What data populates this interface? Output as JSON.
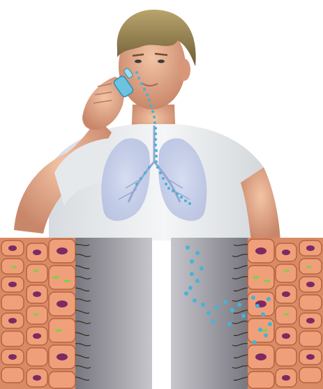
{
  "scene": {
    "subject": "person-using-nasal-inhaler",
    "icons": [
      "person-figure",
      "nasal-spray-device",
      "lungs",
      "airway-particles"
    ]
  },
  "panels": [
    {
      "name": "airway-epithelium-before",
      "icon": "cell-layer-icon",
      "has_particles": false
    },
    {
      "name": "airway-epithelium-after",
      "icon": "cell-layer-icon",
      "has_particles": true
    }
  ],
  "colors": {
    "skin": "#e3a98a",
    "shirt": "#e9ecee",
    "hair": "#8c7a4a",
    "lung": "#bcc6e4",
    "particle": "#47b3d6",
    "cell_fill": "#efa07a",
    "cell_nucleus": "#7d2a63",
    "organelle": "#8acb4c",
    "lumen_dark": "#2a2a34",
    "lumen_light": "#c7c6cd"
  }
}
